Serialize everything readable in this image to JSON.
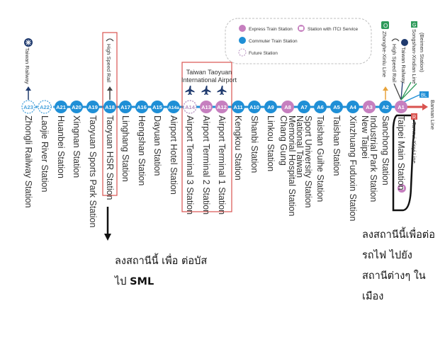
{
  "colors": {
    "line_blue": "#1f8fd6",
    "express_purple": "#c67fbf",
    "future_dashed": "#4aa3dc",
    "highlight_red": "#d9534f",
    "airplane": "#1f3a6e",
    "legend_border": "#bfbfbf"
  },
  "legend": {
    "express": "Express Train Station",
    "itci": "Station with ITCI Service",
    "commuter": "Commuter Train Station",
    "future": "Future Station"
  },
  "airport": {
    "title_line1": "Taiwan Taoyuan",
    "title_line2": "International Airport",
    "icon": "airplane-icon"
  },
  "stations": [
    {
      "code": "A23",
      "name": "Zhongli Railway Station",
      "kind": "future",
      "connection": "Taiwan Railway",
      "connection_icon": "taiwan-railway-icon"
    },
    {
      "code": "A22",
      "name": "Laojie River Station",
      "kind": "future"
    },
    {
      "code": "A21",
      "name": "Huanbei Station",
      "kind": "commuter"
    },
    {
      "code": "A20",
      "name": "Xingnan Station",
      "kind": "commuter"
    },
    {
      "code": "A19",
      "name": "Taoyuan Sports Park Station",
      "kind": "commuter"
    },
    {
      "code": "A18",
      "name": "Taoyuan HSR Station",
      "kind": "commuter",
      "connection": "High Speed Rail",
      "connection_icon": "high-speed-rail-icon"
    },
    {
      "code": "A17",
      "name": "Linghang Station",
      "kind": "commuter"
    },
    {
      "code": "A16",
      "name": "Hengshan Station",
      "kind": "commuter"
    },
    {
      "code": "A15",
      "name": "Dayuan Station",
      "kind": "commuter"
    },
    {
      "code": "A14a",
      "name": "Airport Hotel Station",
      "kind": "commuter"
    },
    {
      "code": "A14",
      "name": "Airport Terminal 3 Station",
      "kind": "future"
    },
    {
      "code": "A13",
      "name": "Airport Terminal 2 Station",
      "kind": "express"
    },
    {
      "code": "A12",
      "name": "Airport Terminal 1 Station",
      "kind": "express"
    },
    {
      "code": "A11",
      "name": "Kengkou Station",
      "kind": "commuter"
    },
    {
      "code": "A10",
      "name": "Shanbi Station",
      "kind": "commuter"
    },
    {
      "code": "A9",
      "name": "Linkou Station",
      "kind": "commuter"
    },
    {
      "code": "A8",
      "name": "Chang Gung Memorial Hospital Station",
      "name_lines": [
        "Chang Gung",
        "Memorial Hospital Station"
      ],
      "kind": "express"
    },
    {
      "code": "A7",
      "name": "National Taiwan Sport University Station",
      "name_lines": [
        "National Taiwan",
        "Sport University Station"
      ],
      "kind": "commuter"
    },
    {
      "code": "A6",
      "name": "Taishan Guihe Station",
      "kind": "commuter"
    },
    {
      "code": "A5",
      "name": "Taishan Station",
      "kind": "commuter"
    },
    {
      "code": "A4",
      "name": "Xinzhuang Fuduxin Station",
      "kind": "commuter"
    },
    {
      "code": "A3",
      "name": "New Taipei Industrial Park Station",
      "name_lines": [
        "New Taipei",
        "Industrial Park Station"
      ],
      "kind": "express"
    },
    {
      "code": "A2",
      "name": "Sanchong Station",
      "kind": "commuter",
      "connection": "Zhonghe-Xinlu Line"
    },
    {
      "code": "A1",
      "name": "Taipei Main Station",
      "kind": "express"
    }
  ],
  "a1_connections": [
    {
      "label": "High Speed Rail"
    },
    {
      "label": "Taiwan Railway"
    },
    {
      "label": "Songshan-Xindian Line",
      "badge": "G"
    },
    {
      "label": "(Beimen Station)"
    },
    {
      "label": "Bannan Line",
      "badge": "BL"
    },
    {
      "label": "Tamsui-Xinyi Line",
      "badge": "R"
    }
  ],
  "notes": {
    "hsr_note": "ลงสถานีนี้ เพื่อ ต่อบัส",
    "hsr_note_line2_prefix": "ไป",
    "hsr_note_line2_bold": "SML",
    "taipei_note_lines": [
      "ลงสถานีนี้เพื่อต่อ",
      "รถไฟ ไปยัง",
      "สถานีต่างๆ ใน",
      "เมือง"
    ]
  }
}
